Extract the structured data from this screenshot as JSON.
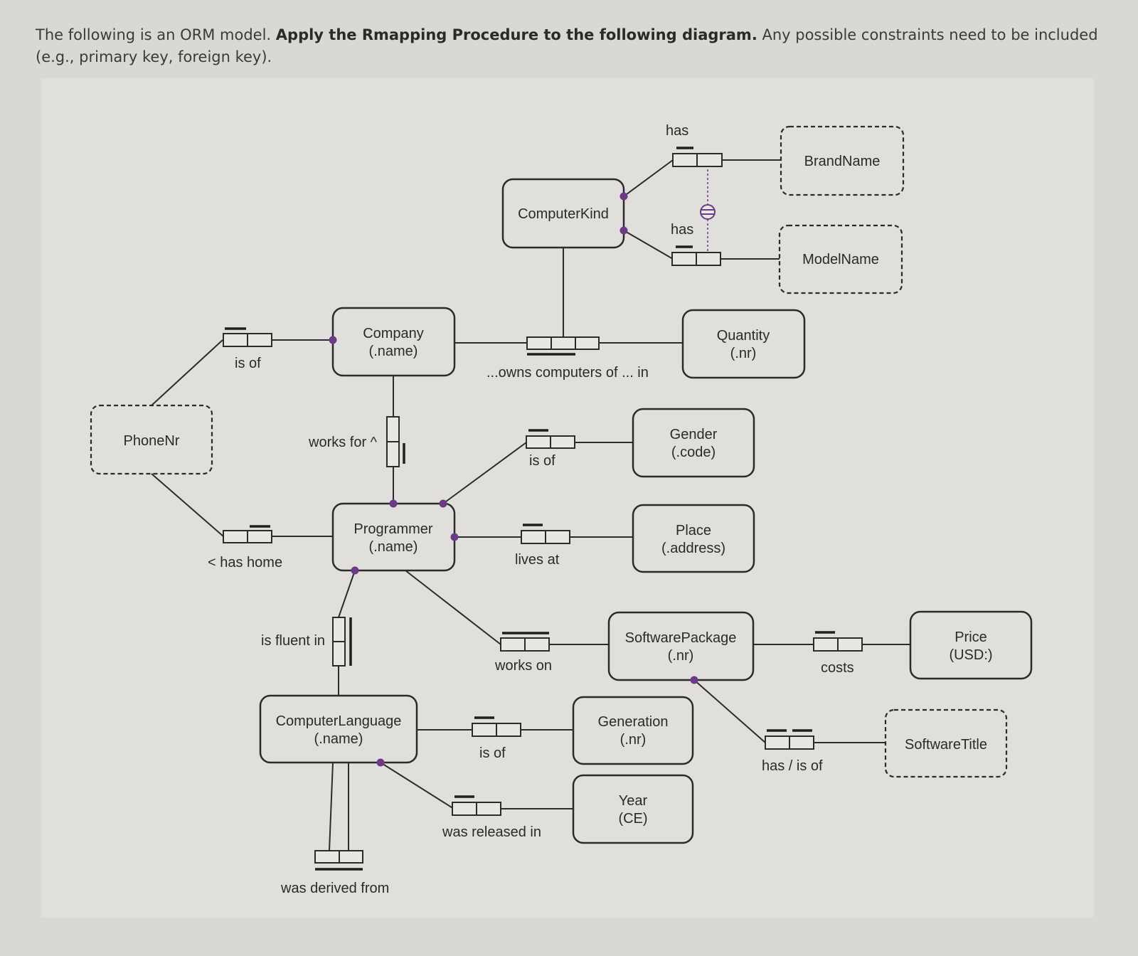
{
  "instructions": {
    "part1": "The following is an ORM model. ",
    "part2": "Apply the Rmapping Procedure to the following diagram.",
    "part3": " Any possible constraints need to be included (e.g., primary key, foreign key)."
  },
  "entities": {
    "computer_kind": {
      "label": "ComputerKind"
    },
    "company": {
      "label": "Company",
      "ref": "(.name)"
    },
    "programmer": {
      "label": "Programmer",
      "ref": "(.name)"
    },
    "computer_language": {
      "label": "ComputerLanguage",
      "ref": "(.name)"
    },
    "quantity": {
      "label": "Quantity",
      "ref": "(.nr)"
    },
    "gender": {
      "label": "Gender",
      "ref": "(.code)"
    },
    "place": {
      "label": "Place",
      "ref": "(.address)"
    },
    "software_package": {
      "label": "SoftwarePackage",
      "ref": "(.nr)"
    },
    "price": {
      "label": "Price",
      "ref": "(USD:)"
    },
    "generation": {
      "label": "Generation",
      "ref": "(.nr)"
    },
    "year": {
      "label": "Year",
      "ref": "(CE)"
    }
  },
  "value_types": {
    "brand_name": "BrandName",
    "model_name": "ModelName",
    "phone_nr": "PhoneNr",
    "software_title": "SoftwareTitle"
  },
  "fact_types": {
    "has_brand": "has",
    "has_model": "has",
    "owns_computers": "...owns computers of ... in",
    "company_phone": "is of",
    "works_for": "works for ^",
    "gender_of": "is of",
    "has_home": "< has home",
    "lives_at": "lives at",
    "is_fluent_in": "is fluent in",
    "works_on": "works on",
    "costs": "costs",
    "has_title": "has / is of",
    "generation_of": "is of",
    "was_released_in": "was released in",
    "was_derived_from": "was derived from"
  }
}
